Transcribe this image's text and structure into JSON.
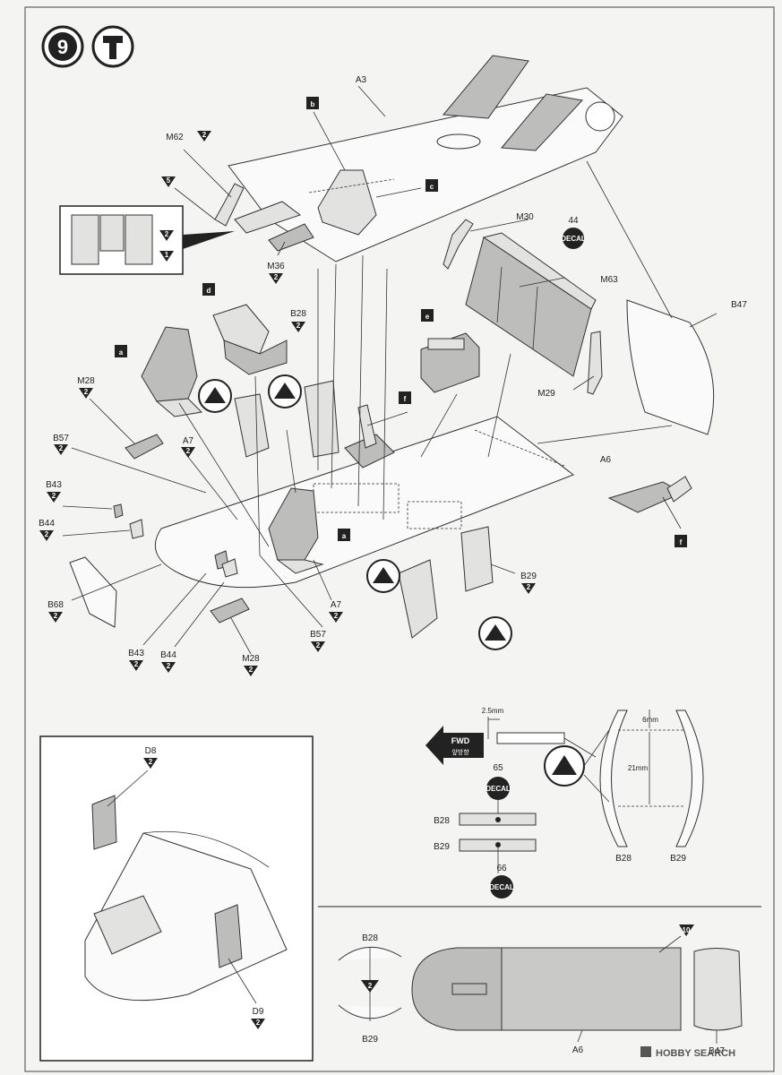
{
  "step": {
    "number": "9",
    "tool_icon": "glue-icon"
  },
  "letter_badges": {
    "a": "a",
    "b": "b",
    "c": "c",
    "d": "d",
    "e": "e",
    "f": "f"
  },
  "parts": {
    "A3": "A3",
    "M62": "M62",
    "M62_qty": "2",
    "M30": "M30",
    "M36": "M36",
    "M36_qty": "2",
    "M63": "M63",
    "M29": "M29",
    "B47": "B47",
    "B28": "B28",
    "B28_qty": "2",
    "M28": "M28",
    "M28_qty": "2",
    "B57": "B57",
    "B57_qty": "2",
    "A7": "A7",
    "A7_qty": "2",
    "B43": "B43",
    "B43_qty": "2",
    "B44": "B44",
    "B44_qty": "2",
    "B68": "B68",
    "B68_qty": "2",
    "A6": "A6",
    "B29": "B29",
    "B29_qty": "2",
    "D8": "D8",
    "D8_qty": "2",
    "D9": "D9",
    "D9_qty": "2",
    "seq_5": "5",
    "seq_2": "2",
    "seq_1": "1",
    "step_ref_10": "10"
  },
  "decals": {
    "label": "DECAL",
    "d44": "44",
    "d65": "65",
    "d66": "66"
  },
  "fwd": {
    "label": "FWD",
    "label_kr": "앞방향"
  },
  "dimensions": {
    "d1": "2.5mm",
    "d2": "6mm",
    "d3": "21mm"
  },
  "watermark": "HOBBY SEARCH",
  "colors": {
    "part_fill": "#e2e2e0",
    "part_dark": "#bdbdbb",
    "ink": "#222222",
    "page": "#f4f4f2"
  }
}
